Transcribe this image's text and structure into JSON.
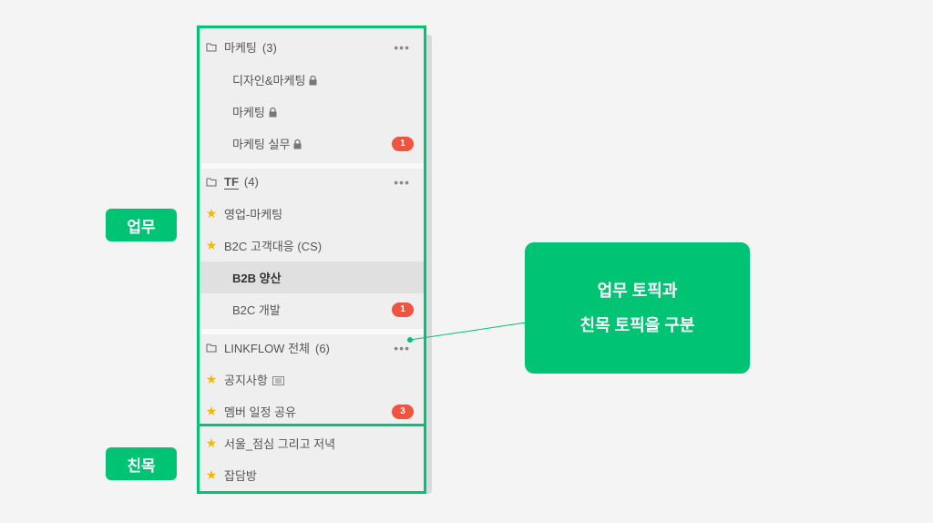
{
  "labels": {
    "work": "업무",
    "social": "친목"
  },
  "callout": {
    "line1": "업무 토픽과",
    "line2": "친목 토픽을 구분"
  },
  "groups": [
    {
      "name": "마케팅",
      "count": "(3)",
      "items": [
        {
          "label": "디자인&마케팅",
          "locked": true
        },
        {
          "label": "마케팅",
          "locked": true
        },
        {
          "label": "마케팅 실무",
          "locked": true,
          "badge": "1"
        }
      ]
    },
    {
      "name": "TF",
      "count": "(4)",
      "items": [
        {
          "label": "영업-마케팅",
          "starred": true
        },
        {
          "label": "B2C 고객대응 (CS)",
          "starred": true
        },
        {
          "label": "B2B 양산",
          "selected": true
        },
        {
          "label": "B2C 개발",
          "badge": "1"
        }
      ]
    },
    {
      "name": "LINKFLOW 전체",
      "count": "(6)",
      "items": [
        {
          "label": "공지사항",
          "starred": true
        },
        {
          "label": "멤버 일정 공유",
          "starred": true,
          "badge": "3"
        }
      ]
    }
  ],
  "social_items": [
    {
      "label": "서울_점심 그리고 저녁",
      "starred": true
    },
    {
      "label": "잡담방",
      "starred": true
    }
  ],
  "more_label": "•••",
  "colors": {
    "accent": "#00c473",
    "badge": "#f0533f",
    "star": "#f5b800"
  }
}
